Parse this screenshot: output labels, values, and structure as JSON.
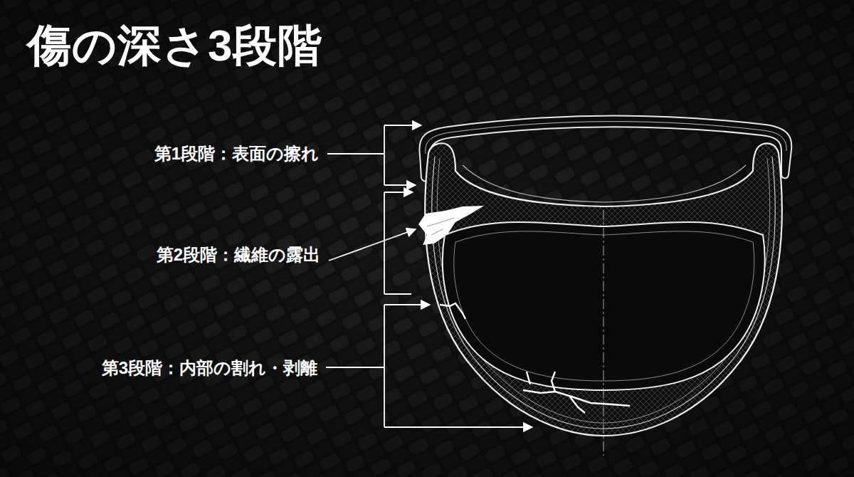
{
  "diagram": {
    "title": "傷の深さ3段階",
    "labels": [
      "第1段階：表面の擦れ",
      "第2段階：繊維の露出",
      "第3段階：内部の割れ・剥離"
    ]
  }
}
